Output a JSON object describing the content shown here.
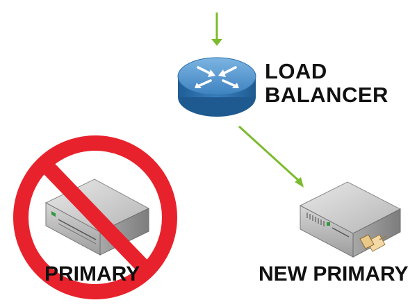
{
  "load_balancer": {
    "line1": "LOAD",
    "line2": "BALANCER",
    "icon": "router-icon"
  },
  "old_server": {
    "label": "PRIMARY",
    "status": "failed",
    "overlay_icon": "prohibited-icon"
  },
  "new_server": {
    "label": "NEW PRIMARY",
    "icon": "server-icon",
    "cable_icon": "network-cable-icon"
  },
  "colors": {
    "arrow": "#7cbb2e",
    "router_blue": "#3f88c5",
    "prohibited_red": "#e8222c",
    "server_gray": "#c8c8c8",
    "label": "#111111"
  }
}
